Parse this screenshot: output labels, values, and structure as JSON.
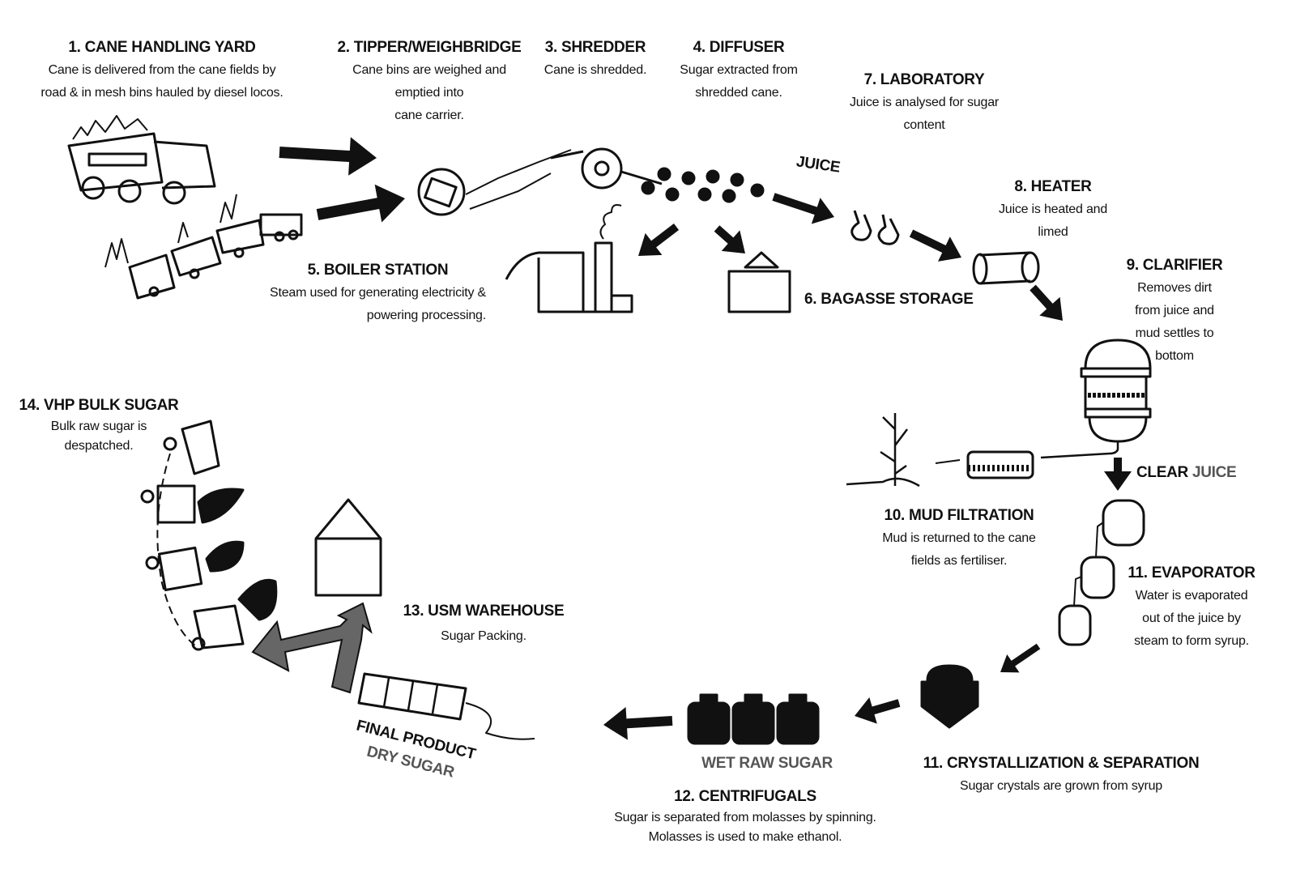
{
  "steps": {
    "s1": {
      "title": "1. CANE HANDLING YARD",
      "desc": [
        "Cane is delivered from the cane fields by",
        "road & in mesh bins hauled by diesel locos."
      ]
    },
    "s2": {
      "title": "2. TIPPER/WEIGHBRIDGE",
      "desc": [
        "Cane bins are weighed and",
        "emptied into",
        "cane carrier."
      ]
    },
    "s3": {
      "title": "3.  SHREDDER",
      "desc": [
        "Cane is shredded."
      ]
    },
    "s4": {
      "title": "4. DIFFUSER",
      "desc": [
        "Sugar extracted from",
        "shredded cane."
      ]
    },
    "s5": {
      "title": "5. BOILER STATION",
      "desc": [
        "Steam used for generating electricity &",
        "powering processing."
      ]
    },
    "s6": {
      "title": "6. BAGASSE STORAGE"
    },
    "s7": {
      "title": "7. LABORATORY",
      "desc": [
        "Juice is analysed for sugar",
        "content"
      ]
    },
    "s8": {
      "title": "8. HEATER",
      "desc": [
        "Juice is heated and",
        "limed"
      ]
    },
    "s9": {
      "title": "9. CLARIFIER",
      "desc": [
        "Removes dirt",
        "from juice and",
        "mud settles to",
        "bottom"
      ]
    },
    "s10": {
      "title": "10.  MUD FILTRATION",
      "desc": [
        "Mud is returned to the cane",
        "fields as fertiliser."
      ]
    },
    "s11a": {
      "title": "11. EVAPORATOR",
      "desc": [
        "Water is evaporated",
        "out of the juice by",
        "steam to form syrup."
      ]
    },
    "s11b": {
      "title": "11. CRYSTALLIZATION & SEPARATION",
      "desc": [
        "Sugar crystals are grown from syrup"
      ]
    },
    "s12": {
      "title": "12.  CENTRIFUGALS",
      "desc": [
        "Sugar is separated from molasses by spinning.",
        "Molasses is used to make ethanol."
      ]
    },
    "s13": {
      "title": "13.  USM WAREHOUSE",
      "desc": [
        "Sugar Packing."
      ]
    },
    "s14": {
      "title": "14. VHP BULK SUGAR",
      "desc": [
        "Bulk raw sugar is",
        "despatched."
      ]
    }
  },
  "flow_labels": {
    "juice": "JUICE",
    "clear": "CLEAR",
    "juice2": "JUICE",
    "wet_raw_sugar": "WET RAW SUGAR",
    "final_product": "FINAL PRODUCT",
    "dry_sugar": "DRY SUGAR"
  },
  "colors": {
    "ink": "#111111",
    "grey_arrow": "#666666",
    "grey_text": "#555555"
  }
}
